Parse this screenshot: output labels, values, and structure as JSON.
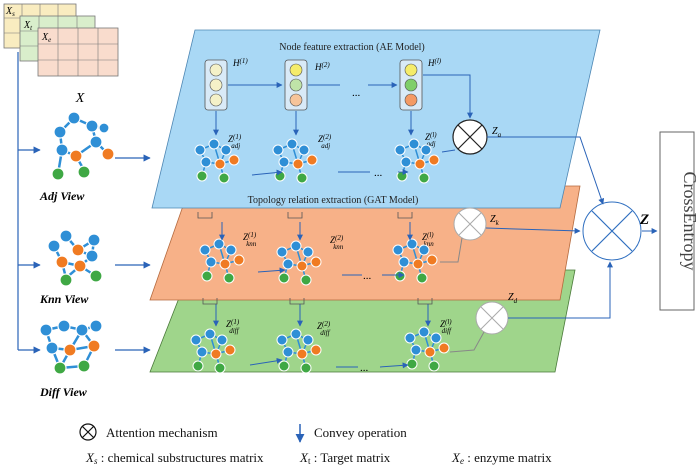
{
  "matrices": {
    "s": "X",
    "s_sub": "s",
    "t": "X",
    "t_sub": "t",
    "e": "X",
    "e_sub": "e",
    "x": "X"
  },
  "views": {
    "adj": "Adj View",
    "knn": "Knn View",
    "diff": "Diff View"
  },
  "layers": {
    "ae_title": "Node feature extraction  (AE Model)",
    "gat_title": "Topology relation extraction  (GAT Model)",
    "h1": "(1)",
    "h2": "(2)",
    "hl": "(l)",
    "H": "H",
    "z_adj_1": "(1)",
    "z_adj_2": "(2)",
    "z_adj_l": "(l)",
    "adj": "adj",
    "z_knn_1": "(1)",
    "z_knn_2": "(2)",
    "z_knn_l": "(l)",
    "knn": "knn",
    "z_diff_1": "(1)",
    "z_diff_2": "(2)",
    "z_diff_l": "(l)",
    "diff": "diff",
    "ellipsis": "..."
  },
  "outputs": {
    "za": "Z",
    "za_sub": "a",
    "zk": "Z",
    "zk_sub": "k",
    "zd": "Z",
    "zd_sub": "d",
    "z": "Z",
    "loss": "CrossEntropy"
  },
  "legend": {
    "attention": "Attention mechanism",
    "convey": "Convey operation",
    "xs_label": "X",
    "xs_sub": "s",
    "xs_desc": " : chemical substructures matrix",
    "xt_label": "X",
    "xt_sub": "t",
    "xt_desc": " : Target matrix",
    "xe_label": "X",
    "xe_sub": "e",
    "xe_desc": " :  enzyme matrix"
  },
  "colors": {
    "blue_panel": "#a9d8f5",
    "orange_panel": "#f7b188",
    "green_panel": "#9fd58b",
    "node_blue": "#2f8fd6",
    "node_orange": "#f07b22",
    "node_green": "#3fa844",
    "arrow": "#2a63b8",
    "m1": "#f9ecc0",
    "m2": "#d9eecb",
    "m3": "#f9dccd"
  }
}
